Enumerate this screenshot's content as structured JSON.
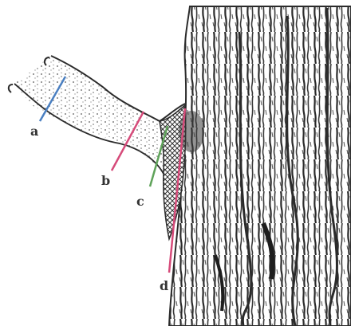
{
  "diagram": {
    "labels": {
      "a": "a",
      "b": "b",
      "c": "c",
      "d": "d"
    },
    "colors": {
      "line_a": "#4a7fc1",
      "line_b": "#d64b7a",
      "line_c": "#5fa35a",
      "line_d": "#d64b7a",
      "ink": "#2b2b2b",
      "bark_shade": "#6a6a6a"
    }
  }
}
